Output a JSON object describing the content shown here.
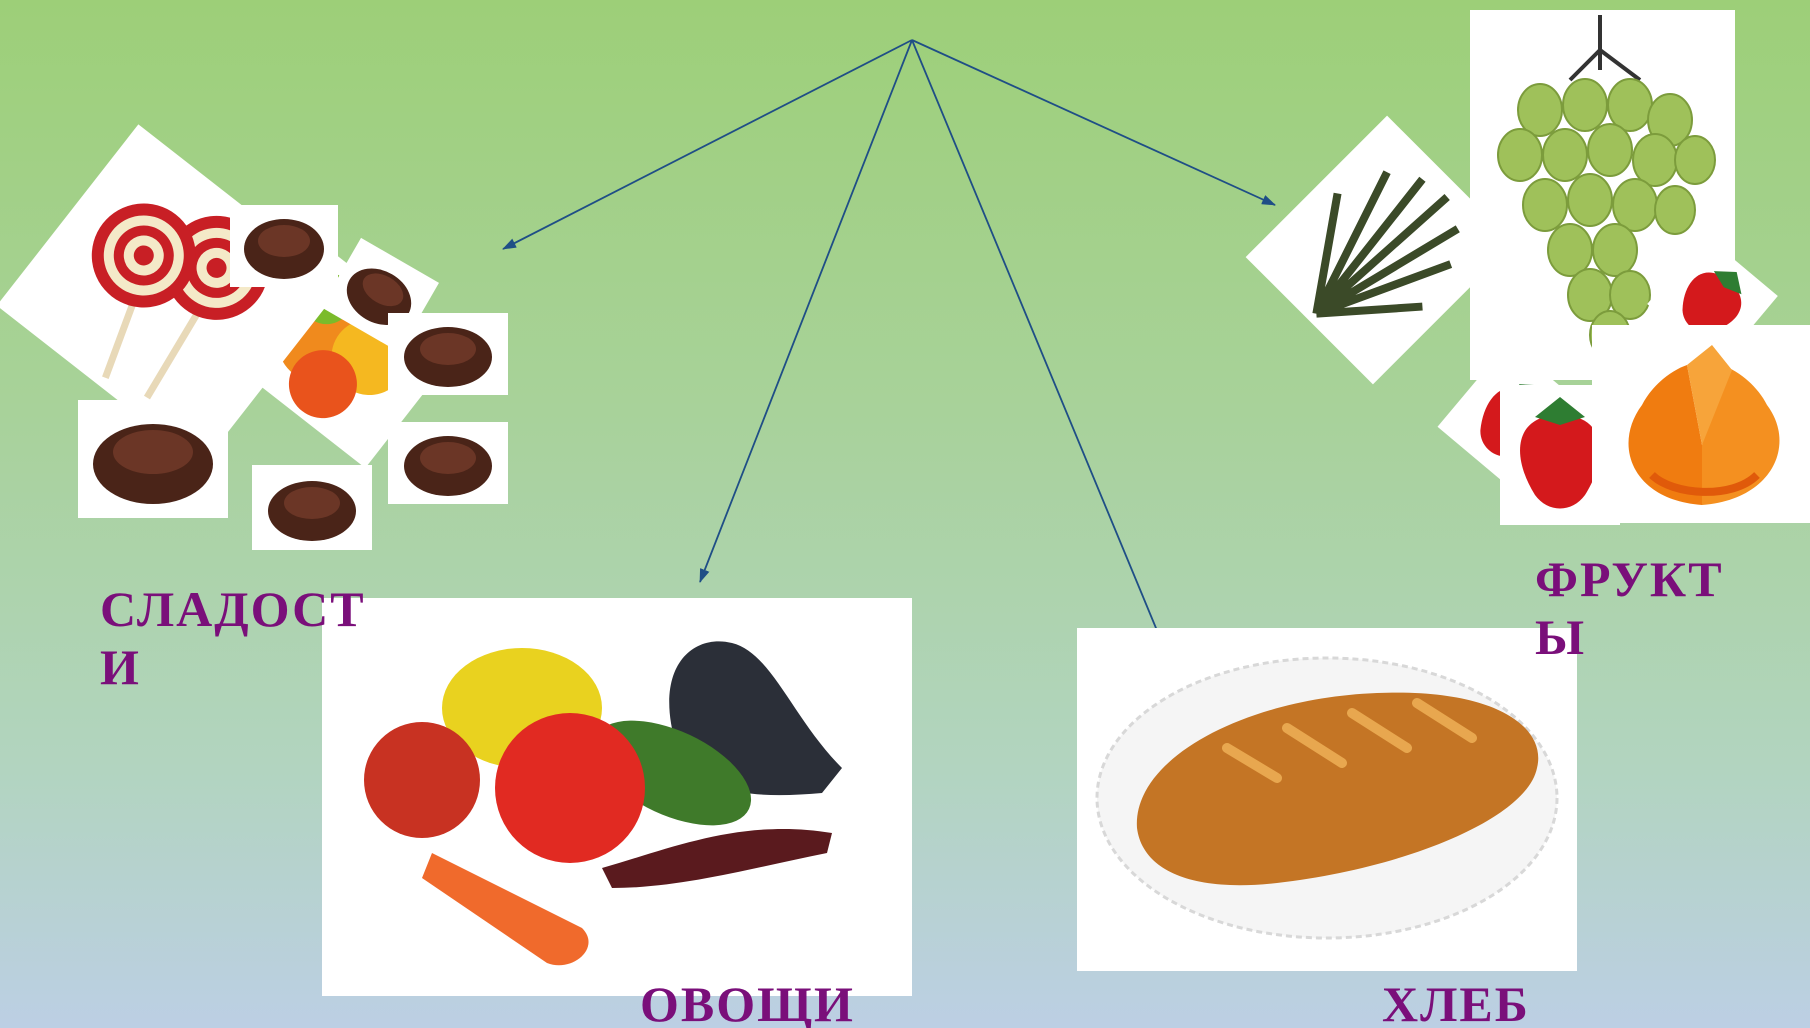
{
  "labels": {
    "sweets": "СЛАДОСТИ",
    "fruits": "ФРУКТЫ",
    "vegetables": "ОВОЩИ",
    "bread": "ХЛЕБ"
  },
  "images": {
    "sweets": "sweets-collage",
    "fruits": "fruits-collage",
    "vegetables": "vegetables-photo",
    "bread": "bread-photo"
  },
  "colors": {
    "label": "#7a0f7a",
    "arrow": "#1f4e86",
    "background_top": "#9dcf78",
    "background_bottom": "#bccfe4"
  }
}
